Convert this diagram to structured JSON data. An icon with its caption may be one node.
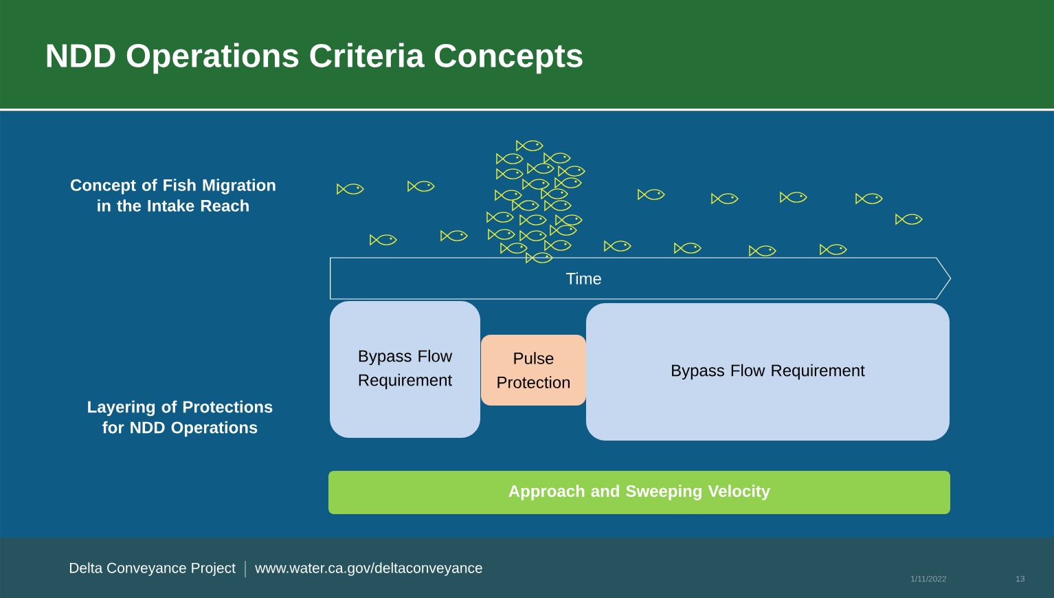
{
  "diagram": {
    "title": "NDD Operations Criteria Concepts",
    "nodes": [
      {
        "text": [
          "Time"
        ]
      },
      {
        "text": [
          "Bypass Flow Requirement"
        ]
      },
      {
        "text": [
          "Pulse Protection"
        ]
      },
      {
        "text": [
          "Bypass Flow Requirement"
        ]
      },
      {
        "text": [
          "Approach and Sweeping Velocity"
        ]
      }
    ],
    "labels": [
      "Concept of Fish Migration in the Intake Reach",
      "Layering of Protections for NDD Operations",
      "Delta Conveyance Project",
      "www.water.ca.gov/deltaconveyance",
      "1/11/2022",
      "13"
    ]
  }
}
